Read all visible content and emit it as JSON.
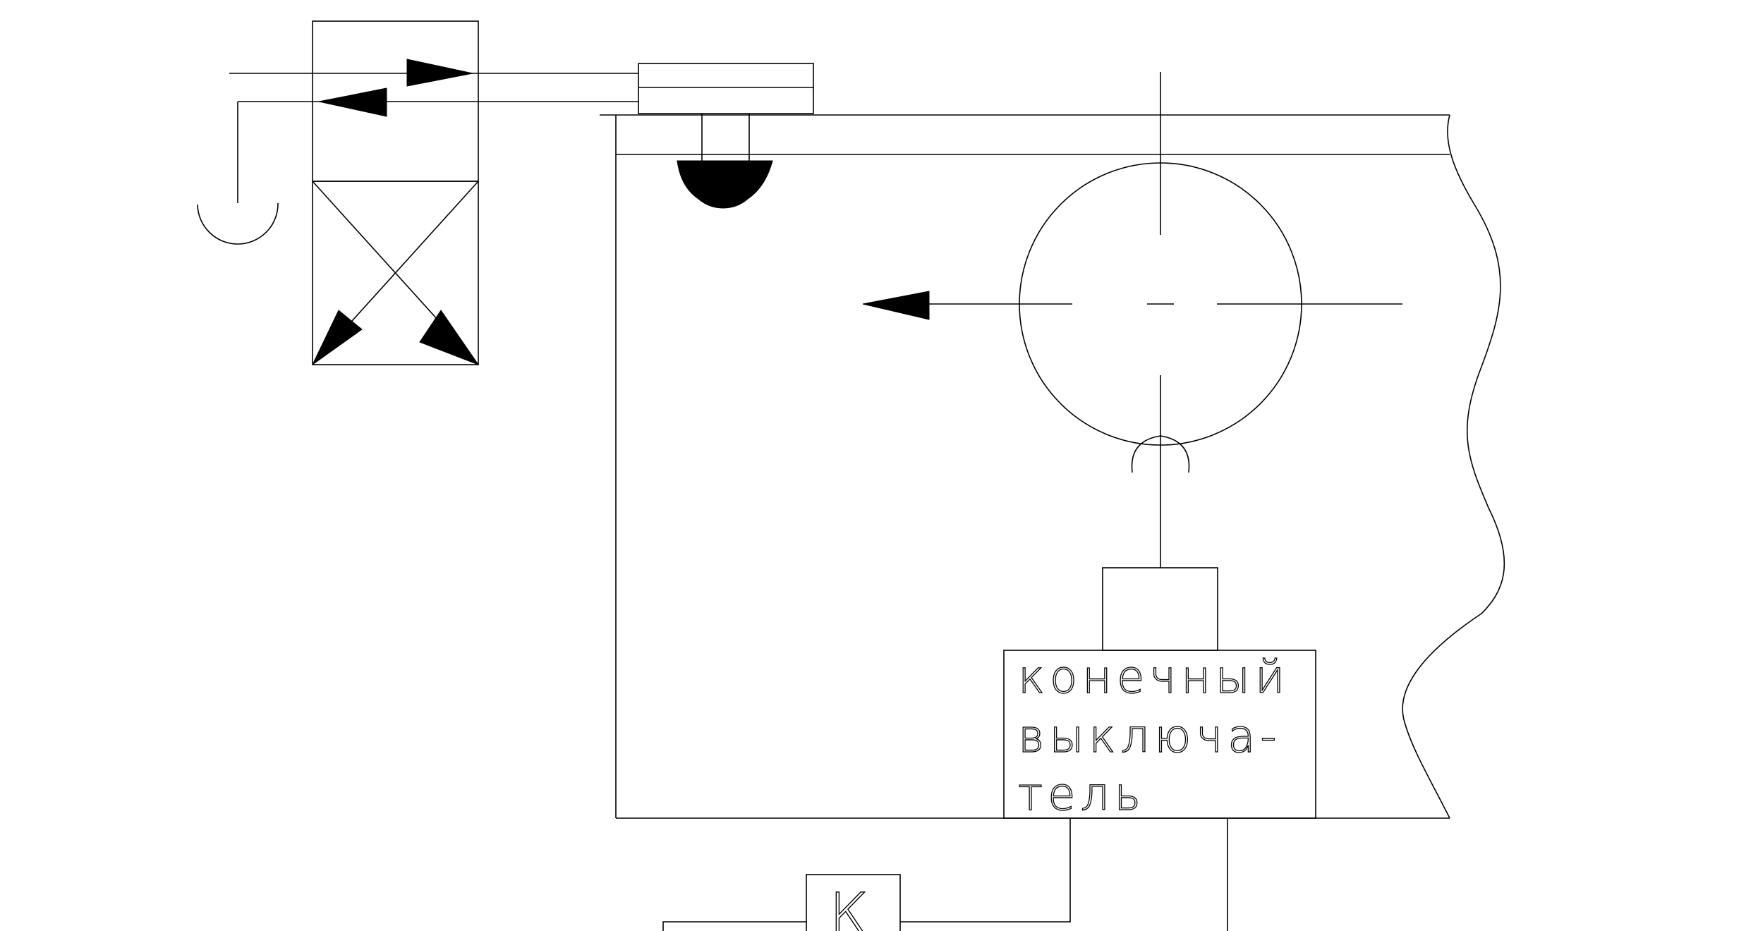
{
  "diagram": {
    "limit_switch_label": {
      "line1": "конечный",
      "line2": "выключа-",
      "line3": "тель"
    },
    "relay_label": "К"
  }
}
